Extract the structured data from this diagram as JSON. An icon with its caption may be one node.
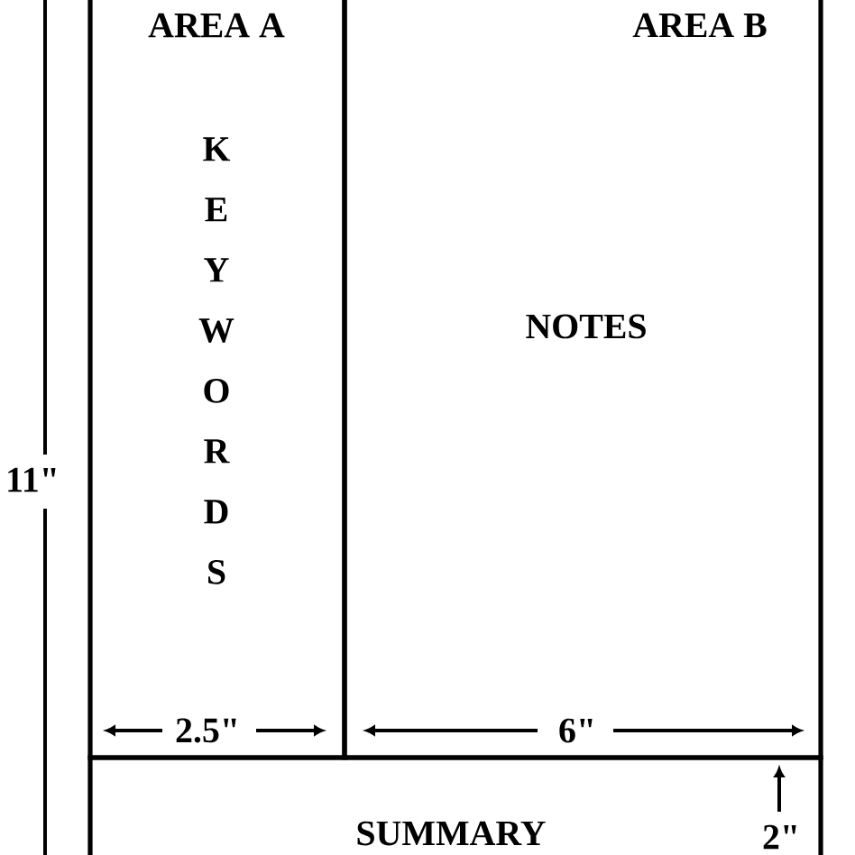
{
  "diagram": {
    "nodes": [
      {
        "text": [
          "AREA A",
          "KEYWORDS"
        ]
      },
      {
        "text": [
          "AREA B",
          "NOTES"
        ]
      },
      {
        "text": [
          "SUMMARY"
        ]
      }
    ],
    "labels": [
      "11\"",
      "2.5\"",
      "6\"",
      "2\""
    ]
  }
}
